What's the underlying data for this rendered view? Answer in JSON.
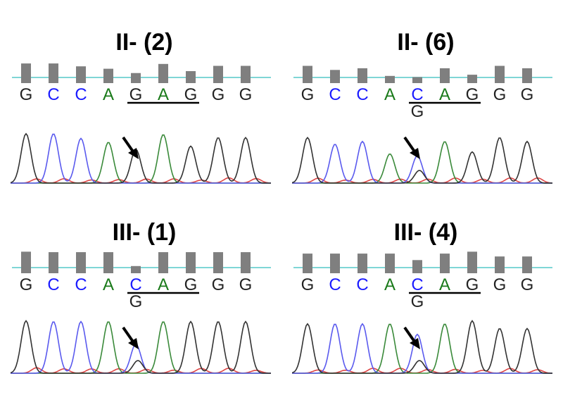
{
  "colors": {
    "A": "#1a7a1a",
    "C": "#1a1aff",
    "G": "#222222",
    "T": "#dd2222",
    "quality_bar": "#7f7f7f",
    "baseline": "#7fd6d6",
    "trace_A": "#3a8a3a",
    "trace_C": "#5a5aee",
    "trace_G": "#333333",
    "trace_T": "#dd4444"
  },
  "panels": [
    {
      "id": "II-2",
      "title": "II- (2)",
      "bases": [
        "G",
        "C",
        "C",
        "A",
        "G",
        "A",
        "G",
        "G",
        "G"
      ],
      "quality": [
        0.82,
        0.82,
        0.7,
        0.6,
        0.42,
        0.8,
        0.5,
        0.72,
        0.72
      ],
      "underline_range": [
        4,
        6
      ],
      "secondary_base": null,
      "arrow_index": 4
    },
    {
      "id": "II-6",
      "title": "II- (6)",
      "bases": [
        "G",
        "C",
        "C",
        "A",
        "C",
        "A",
        "G",
        "G",
        "G"
      ],
      "quality": [
        0.72,
        0.55,
        0.62,
        0.3,
        0.25,
        0.62,
        0.35,
        0.72,
        0.62
      ],
      "underline_range": [
        4,
        6
      ],
      "secondary_base": {
        "index": 4,
        "base": "G"
      },
      "arrow_index": 4
    },
    {
      "id": "III-1",
      "title": "III- (1)",
      "bases": [
        "G",
        "C",
        "C",
        "A",
        "C",
        "A",
        "G",
        "G",
        "G"
      ],
      "quality": [
        0.9,
        0.88,
        0.88,
        0.88,
        0.3,
        0.88,
        0.88,
        0.88,
        0.88
      ],
      "underline_range": [
        4,
        6
      ],
      "secondary_base": {
        "index": 4,
        "base": "G"
      },
      "arrow_index": 4
    },
    {
      "id": "III-4",
      "title": "III- (4)",
      "bases": [
        "G",
        "C",
        "C",
        "A",
        "C",
        "A",
        "G",
        "G",
        "G"
      ],
      "quality": [
        0.82,
        0.82,
        0.82,
        0.82,
        0.55,
        0.82,
        0.9,
        0.7,
        0.7
      ],
      "underline_range": [
        4,
        6
      ],
      "secondary_base": {
        "index": 4,
        "base": "G"
      },
      "arrow_index": 4
    }
  ]
}
